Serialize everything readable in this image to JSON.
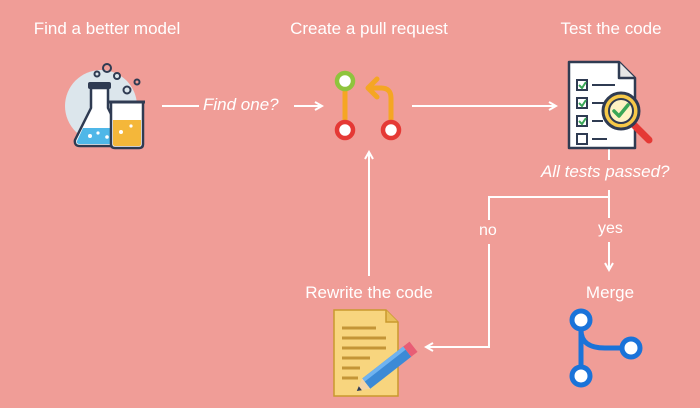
{
  "nodes": {
    "find_model": {
      "label": "Find a better model",
      "icon": "lab-flask-icon"
    },
    "pull_request": {
      "label": "Create a pull request",
      "icon": "git-pull-request-icon"
    },
    "test_code": {
      "label": "Test the code",
      "icon": "checklist-magnifier-icon"
    },
    "rewrite_code": {
      "label": "Rewrite the code",
      "icon": "document-pencil-icon"
    },
    "merge": {
      "label": "Merge",
      "icon": "git-merge-icon"
    }
  },
  "edges": {
    "find_to_pr": "Find one?",
    "test_decision": "All tests passed?",
    "yes": "yes",
    "no": "no"
  },
  "colors": {
    "background": "#f09d97",
    "line": "#ffffff",
    "git_green": "#8fc43d",
    "git_red": "#e53935",
    "git_orange": "#f5a623",
    "merge_blue": "#1a73d9"
  }
}
